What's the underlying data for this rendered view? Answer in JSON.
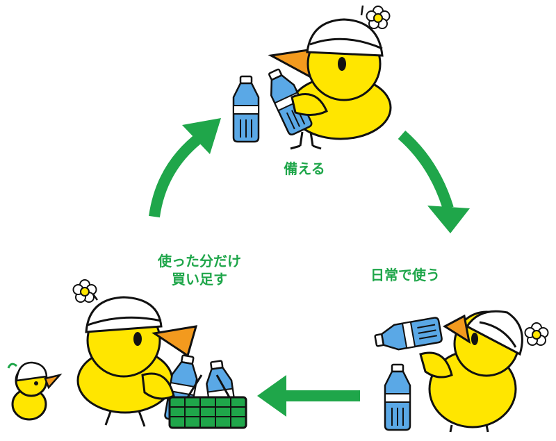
{
  "labels": {
    "prepare": "備える",
    "daily_use": "日常で使う",
    "replenish_line1": "使った分だけ",
    "replenish_line2": "買い足す"
  },
  "colors": {
    "arrow": "#1fa64a",
    "label": "#1fa64a",
    "chick_body": "#ffe600",
    "beak": "#f39a1e",
    "helmet": "#ffffff",
    "bottle": "#5aa8e6",
    "basket": "#1fa64a",
    "outline": "#111111"
  },
  "icons": [
    "chick-icon",
    "helmet-icon",
    "flower-icon",
    "water-bottle-icon",
    "shopping-basket-icon",
    "cycle-arrow-icon"
  ]
}
